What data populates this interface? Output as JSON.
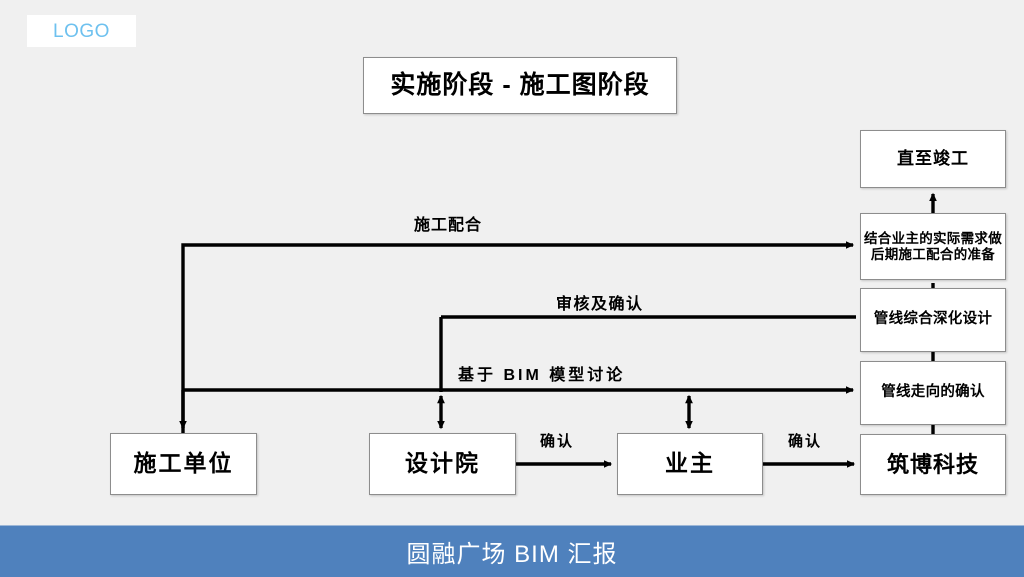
{
  "slide": {
    "background_color": "#f0f0f0",
    "logo": {
      "text": "LOGO",
      "color": "#6EC1EF"
    },
    "title": "实施阶段 - 施工图阶段",
    "footer": {
      "text": "圆融广场 BIM 汇报",
      "color": "#4F81BD"
    }
  },
  "nodes": {
    "completion": "直至竣工",
    "prep": "结合业主的实际需求做后期施工配合的准备",
    "deepen": "管线综合深化设计",
    "route": "管线走向的确认",
    "zhubo": "筑博科技",
    "contractor": "施工单位",
    "design_institute": "设计院",
    "owner": "业主"
  },
  "edge_labels": {
    "construction_coop": "施工配合",
    "review_confirm": "审核及确认",
    "bim_discuss": "基于 BIM 模型讨论",
    "confirm_design_to_owner": "确认",
    "confirm_owner_to_zhubo": "确认"
  }
}
